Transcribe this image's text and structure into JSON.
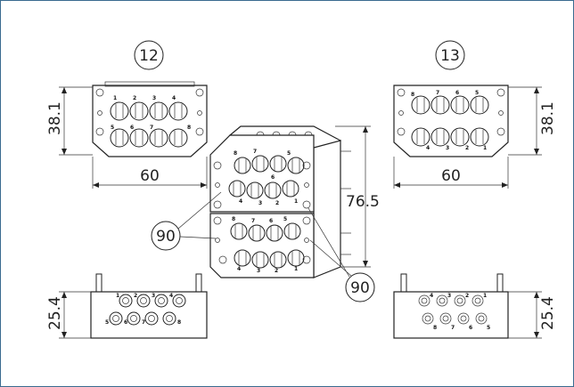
{
  "callouts": {
    "view_a": "12",
    "view_b": "13",
    "angle_upper": "90",
    "angle_lower": "90"
  },
  "dimensions": {
    "top_left_height": "38.1",
    "top_left_width": "60",
    "top_right_height": "38.1",
    "top_right_width": "60",
    "iso_height": "76.5",
    "bottom_left_height": "25.4",
    "bottom_right_height": "25.4"
  },
  "port_numbers": {
    "view_a_upper": [
      "1",
      "2",
      "3",
      "4"
    ],
    "view_a_lower": [
      "5",
      "6",
      "7",
      "8"
    ],
    "view_b_upper": [
      "8",
      "7",
      "6",
      "5"
    ],
    "view_b_lower": [
      "4",
      "3",
      "2",
      "1"
    ],
    "iso_top_upper": [
      "8",
      "7",
      "6",
      "5"
    ],
    "iso_top_lower": [
      "4",
      "3",
      "2",
      "1"
    ],
    "iso_bottom_upper": [
      "8",
      "7",
      "6",
      "5"
    ],
    "iso_bottom_lower": [
      "4",
      "3",
      "2",
      "1"
    ],
    "front_left_upper": [
      "1",
      "2",
      "3",
      "4"
    ],
    "front_left_lower": [
      "5",
      "6",
      "7",
      "8"
    ],
    "front_right_upper": [
      "4",
      "3",
      "2",
      "1"
    ],
    "front_right_lower": [
      "8",
      "7",
      "6",
      "5"
    ]
  },
  "colors": {
    "frame_border": "#3a6b8f",
    "line": "#222222"
  }
}
